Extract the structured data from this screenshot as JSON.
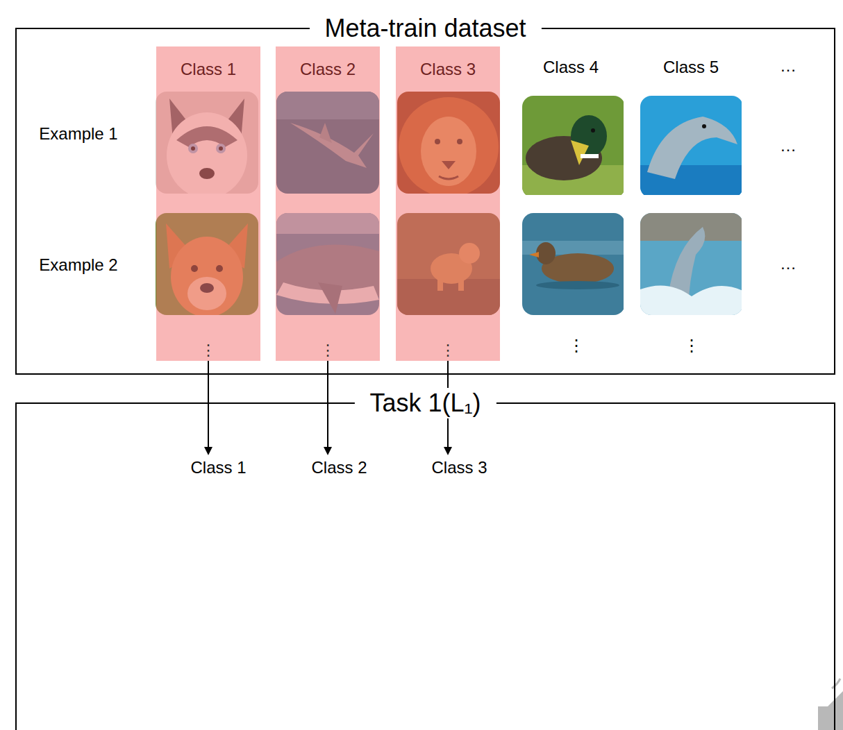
{
  "diagram": {
    "nodes": [
      {
        "text": [
          "Meta-train dataset"
        ]
      },
      {
        "text": [
          "Class 1",
          "⋮"
        ],
        "in": 0
      },
      {
        "text": [
          "Class 2",
          "⋮"
        ],
        "in": 0
      },
      {
        "text": [
          "Class 3",
          "⋮"
        ],
        "in": 0
      },
      {
        "text": [
          "Task 1(L₁)"
        ]
      },
      {
        "text": [
          "Class 1"
        ],
        "in": 4
      },
      {
        "text": [
          "Class 2"
        ],
        "in": 4
      },
      {
        "text": [
          "Class 3"
        ],
        "in": 4
      }
    ],
    "edges": [
      {
        "from": 1,
        "to": 5,
        "arrow": "to"
      },
      {
        "from": 2,
        "to": 6,
        "arrow": "to"
      },
      {
        "from": 3,
        "to": 7,
        "arrow": "to"
      }
    ],
    "labels": [
      "Example 1",
      "Example 2",
      "Class 4",
      "Class 5",
      "…",
      "…",
      "…",
      "⋮",
      "⋮"
    ]
  }
}
